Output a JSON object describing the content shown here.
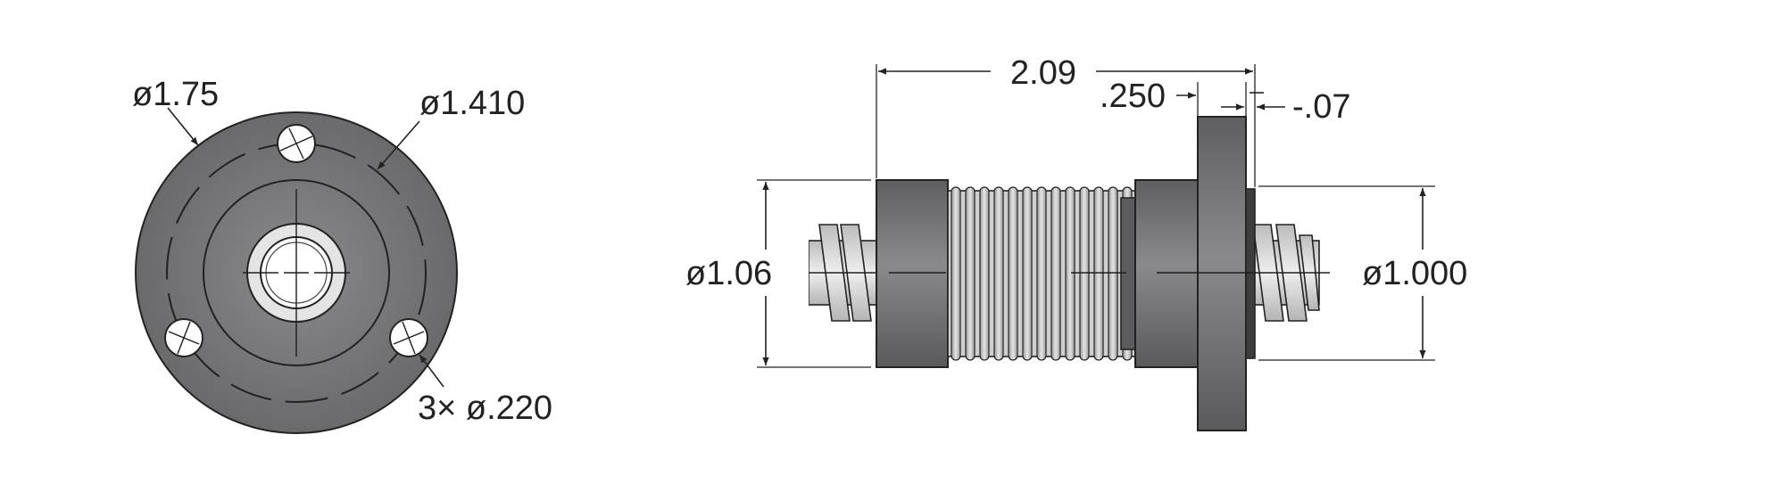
{
  "drawing": {
    "end_view": {
      "outer_diameter": "ø1.75",
      "bolt_circle_diameter": "ø1.410",
      "mounting_holes": "3× ø.220"
    },
    "side_view": {
      "overall_length": "2.09",
      "flange_thickness": ".250",
      "flange_offset": "-.07",
      "body_diameter": "ø1.06",
      "pilot_diameter": "ø1.000"
    }
  },
  "colors": {
    "body_gray": "#6f6f71",
    "body_dark": "#3a3a3b",
    "thread_light": "#d6d6d6",
    "outline": "#222222"
  }
}
